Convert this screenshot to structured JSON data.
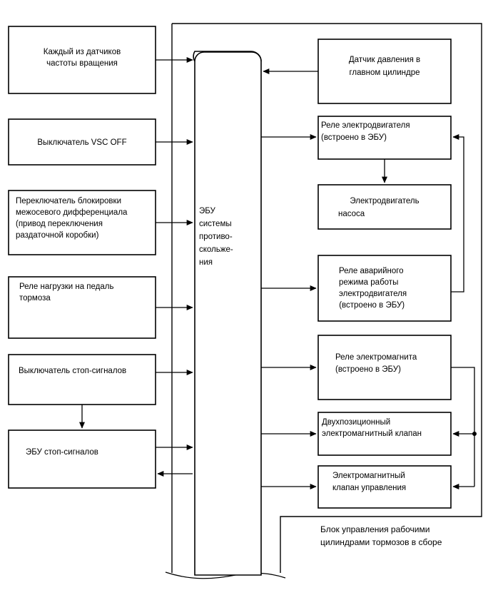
{
  "diagram": {
    "title": "Anti-skid (VSC/ABS) control system block diagram",
    "colors": {
      "line": "#000000",
      "fill": "#ffffff",
      "text": "#000000"
    },
    "ecu": {
      "name": "anti-skid-ecu",
      "lines": [
        "ЭБУ",
        "системы",
        "противо-",
        "скольже-",
        "ния"
      ]
    },
    "inputs": [
      {
        "id": "speed-sensors",
        "lines": [
          "Каждый из датчиков",
          "частоты вращения"
        ]
      },
      {
        "id": "vsc-off-switch",
        "lines": [
          "Выключатель VSC OFF"
        ]
      },
      {
        "id": "center-diff-lock-switch",
        "lines": [
          "Переключатель блокировки",
          "межосевого дифференциала",
          "(привод переключения",
          "раздаточной коробки)"
        ]
      },
      {
        "id": "brake-pedal-load-relay",
        "lines": [
          "Реле нагрузки на педаль",
          "тормоза"
        ]
      },
      {
        "id": "stop-lamp-switch",
        "lines": [
          "Выключатель стоп-сигналов"
        ]
      },
      {
        "id": "stop-lamp-ecu",
        "lines": [
          "ЭБУ стоп-сигналов"
        ]
      }
    ],
    "outputs": [
      {
        "id": "master-cylinder-pressure-sensor",
        "lines": [
          "Датчик давления в",
          "главном цилиндре"
        ]
      },
      {
        "id": "motor-relay",
        "lines": [
          "Реле электродвигателя",
          "(встроено в ЭБУ)"
        ]
      },
      {
        "id": "pump-motor",
        "lines": [
          "Электродвигатель",
          "насоса"
        ]
      },
      {
        "id": "motor-fail-safe-relay",
        "lines": [
          "Реле аварийного",
          "режима работы",
          "электродвигателя",
          " (встроено в ЭБУ)"
        ]
      },
      {
        "id": "solenoid-relay",
        "lines": [
          "Реле электромагнита",
          "(встроено в ЭБУ)"
        ]
      },
      {
        "id": "two-position-solenoid-valve",
        "lines": [
          "Двухпозиционный",
          "электромагнитный клапан"
        ]
      },
      {
        "id": "control-solenoid-valve",
        "lines": [
          "Электромагнитный",
          "клапан управления"
        ]
      }
    ],
    "caption": {
      "id": "brake-actuator-assembly-caption",
      "lines": [
        "Блок управления рабочими",
        "цилиндрами тормозов в сборе"
      ]
    }
  }
}
